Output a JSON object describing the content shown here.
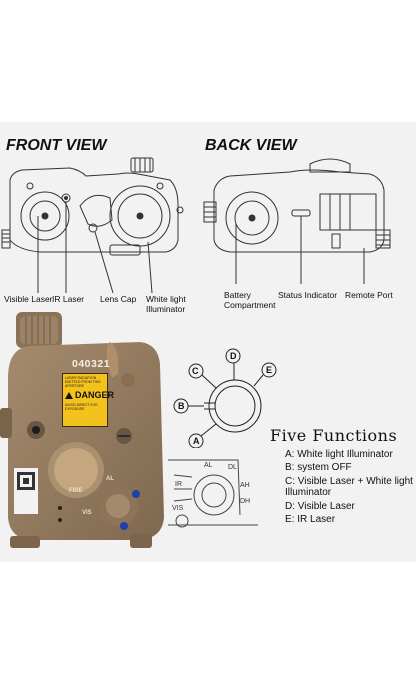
{
  "front_view": {
    "title": "FRONT VIEW",
    "labels": {
      "visible_laser": "Visible Laser",
      "ir_laser": "IR Laser",
      "lens_cap": "Lens Cap",
      "white_light_line1": "White light",
      "white_light_line2": "Illuminator"
    }
  },
  "back_view": {
    "title": "BACK VIEW",
    "labels": {
      "battery_line1": "Battery",
      "battery_line2": "Compartment",
      "status_indicator": "Status Indicator",
      "remote_port": "Remote Port"
    }
  },
  "device_photo": {
    "serial": "040321",
    "warning_heading": "LASER RADIATION EMITTED FROM THIS APERTURE",
    "danger_label": "DANGER",
    "warning_small": "AVOID DIRECT EYE EXPOSURE",
    "switch_labels": {
      "fire": "FIRE",
      "al": "AL",
      "vis": "VIS"
    },
    "colors": {
      "housing": "#9c8368",
      "label_yellow": "#f4c21c",
      "knob_blue": "#1f3fa8"
    }
  },
  "selector_diagram": {
    "positions": [
      "A",
      "B",
      "C",
      "D",
      "E"
    ]
  },
  "mode_dial_diagram": {
    "labels": [
      "AL",
      "DL",
      "AH",
      "IR",
      "DH",
      "VIS"
    ]
  },
  "five_functions": {
    "title": "Five Functions",
    "items": [
      "A: White light Illuminator",
      "B: system OFF",
      "C: Visible Laser + White light",
      "Illuminator",
      "D: Visible Laser",
      "E: IR Laser"
    ]
  }
}
